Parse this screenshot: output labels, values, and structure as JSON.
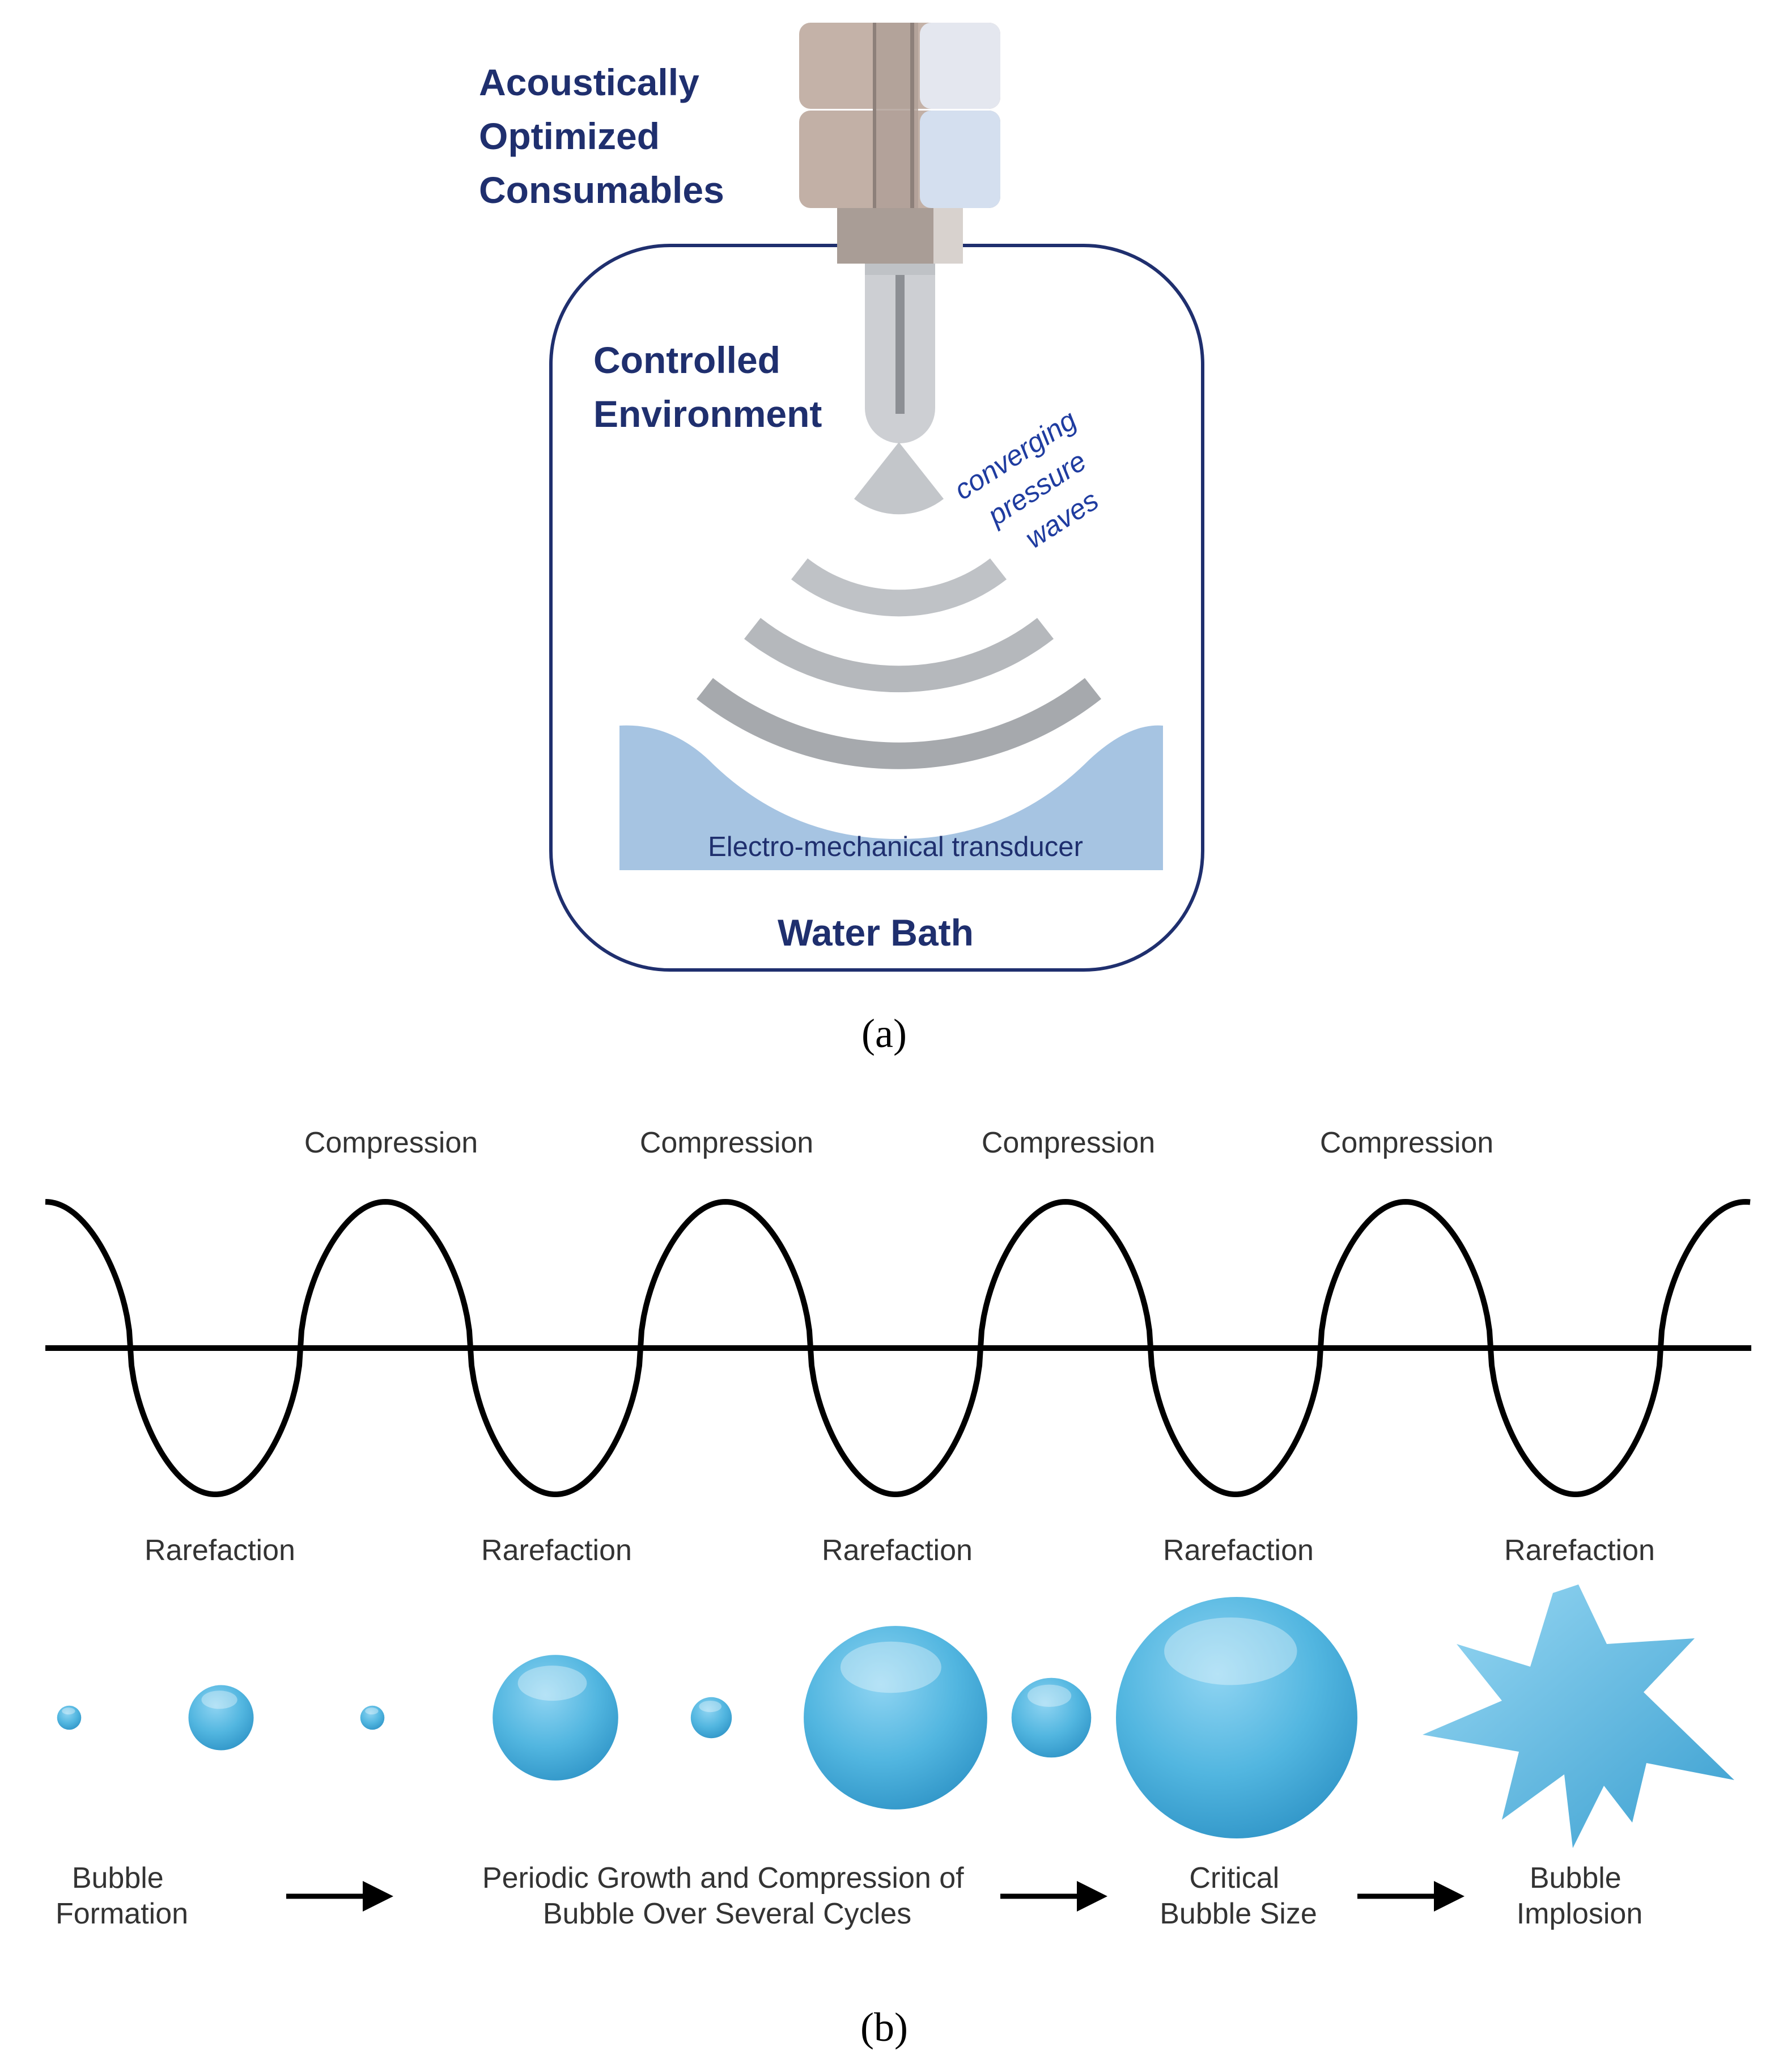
{
  "panel_a": {
    "consumables_label": [
      "Acoustically",
      "Optimized",
      "Consumables"
    ],
    "environment_label": [
      "Controlled",
      "Environment"
    ],
    "waves_label": [
      "converging",
      "pressure",
      "waves"
    ],
    "transducer_label": "Electro-mechanical transducer",
    "bath_label": "Water Bath",
    "caption": "(a)",
    "colors": {
      "navy": "#1f2f6e",
      "wave_gray": "#b9bcc0",
      "transducer_blue": "#a6c4e2",
      "tube_tan": "#c4b2a8"
    }
  },
  "panel_b": {
    "compression_labels": [
      "Compression",
      "Compression",
      "Compression",
      "Compression"
    ],
    "rarefaction_labels": [
      "Rarefaction",
      "Rarefaction",
      "Rarefaction",
      "Rarefaction",
      "Rarefaction"
    ],
    "stage_labels": [
      [
        "Bubble",
        "Formation"
      ],
      [
        "Periodic Growth and Compression of",
        "Bubble Over Several Cycles"
      ],
      [
        "Critical",
        "Bubble Size"
      ],
      [
        "Bubble",
        "Implosion"
      ]
    ],
    "bubble_relative_sizes": [
      0.1,
      0.27,
      0.1,
      0.52,
      0.17,
      0.76,
      0.33,
      1.0
    ],
    "caption": "(b)",
    "colors": {
      "bubble": "#4cb3df",
      "wave": "#000000"
    }
  }
}
